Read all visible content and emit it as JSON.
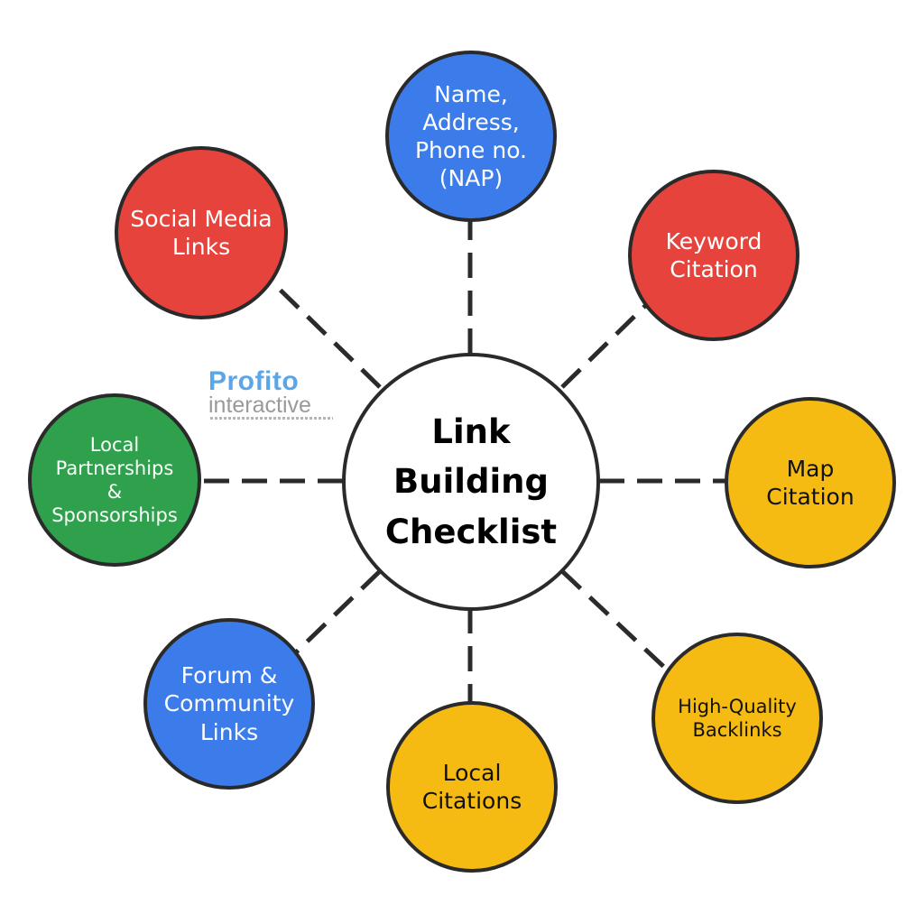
{
  "center": {
    "lines": [
      "Link",
      "Building",
      "Checklist"
    ],
    "fill": "#ffffff"
  },
  "nodes": [
    {
      "id": "nap",
      "lines": [
        "Name,",
        "Address,",
        "Phone no.",
        "(NAP)"
      ],
      "fill": "#3b7cea",
      "text_color": "#ffffff"
    },
    {
      "id": "keyword-citation",
      "lines": [
        "Keyword",
        "Citation"
      ],
      "fill": "#e5433b",
      "text_color": "#ffffff"
    },
    {
      "id": "map-citation",
      "lines": [
        "Map",
        "Citation"
      ],
      "fill": "#f6bb12",
      "text_color": "#111111"
    },
    {
      "id": "high-quality-backlinks",
      "lines": [
        "High-Quality",
        "Backlinks"
      ],
      "fill": "#f6bb12",
      "text_color": "#111111"
    },
    {
      "id": "local-citations",
      "lines": [
        "Local",
        "Citations"
      ],
      "fill": "#f6bb12",
      "text_color": "#111111"
    },
    {
      "id": "forum-community-links",
      "lines": [
        "Forum &",
        "Community",
        "Links"
      ],
      "fill": "#3b7cea",
      "text_color": "#ffffff"
    },
    {
      "id": "local-partnerships-sponsorships",
      "lines": [
        "Local",
        "Partnerships",
        "&",
        "Sponsorships"
      ],
      "fill": "#2fa04c",
      "text_color": "#ffffff"
    },
    {
      "id": "social-media-links",
      "lines": [
        "Social Media",
        "Links"
      ],
      "fill": "#e5433b",
      "text_color": "#ffffff"
    }
  ],
  "logo": {
    "top": "Profito",
    "bottom": "interactive",
    "top_color": "#5aa6e8",
    "bottom_color": "#9a9a9a"
  },
  "connector_color": "#2b2b2b",
  "border_color": "#2a2a2a"
}
